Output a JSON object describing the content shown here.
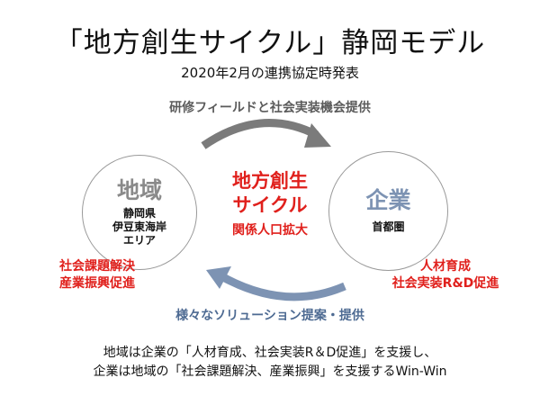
{
  "title": "「地方創生サイクル」静岡モデル",
  "subtitle": "2020年2月の連携協定時発表",
  "flow_top_label": "研修フィールドと社会実装機会提供",
  "flow_bottom_label": "様々なソリューション提案・提供",
  "region": {
    "heading": "地域",
    "lines": [
      "静岡県",
      "伊豆東海岸",
      "エリア"
    ],
    "red_lines": [
      "社会課題解決",
      "産業振興促進"
    ]
  },
  "company": {
    "heading": "企業",
    "lines": [
      "首都圏"
    ],
    "red_lines": [
      "人材育成",
      "社会実装R&D促進"
    ]
  },
  "center": {
    "lines": [
      "地方創生",
      "サイクル"
    ],
    "sub": "関係人口拡大"
  },
  "footer": [
    "地域は企業の「人材育成、社会実装R＆D促進」を支援し、",
    "企業は地域の「社会課題解決、産業振興」を支援するWin-Win"
  ],
  "colors": {
    "top_arrow": "#7b7b7b",
    "bottom_arrow": "#7d93b3",
    "accent_red": "#e0201c"
  }
}
